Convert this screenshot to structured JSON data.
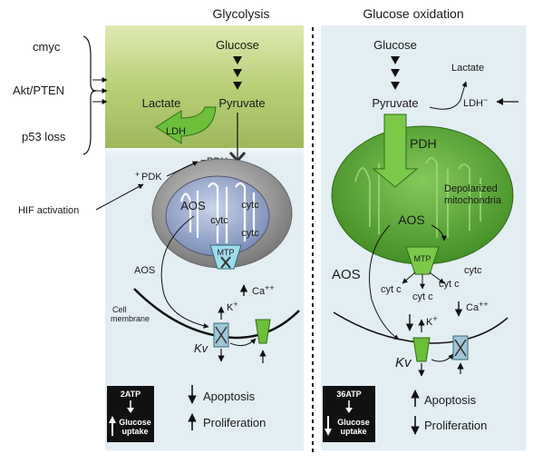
{
  "left_panel": {
    "title": "Glycolysis",
    "glucose": "Glucose",
    "pyruvate": "Pyruvate",
    "lactate": "Lactate",
    "ldh": "LDH",
    "pdh": "PDH",
    "pdh_sign": "−",
    "pdk": "PDK",
    "pdk_sign": "+",
    "aos": "AOS",
    "aos_outside": "AOS",
    "cytc_1": "cytc",
    "cytc_2": "cytc",
    "cytc_3": "cytc",
    "mtp": "MTP",
    "cell_membrane": "Cell\nmembrane",
    "k_ion": "K",
    "k_sup": "+",
    "ca_ion": "Ca",
    "ca_sup": "++",
    "kv": "Kv",
    "atp_box": {
      "atp": "2ATP",
      "glucose": "Glucose",
      "uptake": "uptake"
    },
    "apoptosis": "Apoptosis",
    "proliferation": "Proliferation"
  },
  "left_regulators": {
    "cmyc": "cmyc",
    "akt_pten": "Akt/PTEN",
    "p53_loss": "p53 loss",
    "hif_activation": "HIF activation"
  },
  "right_panel": {
    "title": "Glucose oxidation",
    "glucose": "Glucose",
    "lactate": "Lactate",
    "ldh": "LDH",
    "ldh_sup": "−",
    "pyruvate": "Pyruvate",
    "pdh": "PDH",
    "depolarized": "Depolarized\nmitochondria",
    "aos": "AOS",
    "aos_outside": "AOS",
    "mtp": "MTP",
    "cytc_a": "cytc",
    "cytc_b": "cyt c",
    "cytc_c": "cyt c",
    "cytc_d": "cyt c",
    "k_ion": "K",
    "k_sup": "+",
    "ca_ion": "Ca",
    "ca_sup": "++",
    "kv": "Kv",
    "atp_box": {
      "atp": "36ATP",
      "glucose": "Glucose",
      "uptake": "uptake"
    },
    "apoptosis": "Apoptosis",
    "proliferation": "Proliferation"
  },
  "colors": {
    "cell_bg": "#e3eef3",
    "green_band": "#b9cf76",
    "mito_green": "#5aa632",
    "arrow_green": "#6dbf3a",
    "mito_grey": "#8f8f8f",
    "mito_blue": "#8ea3cc",
    "mtp_teal": "#6fbfcf"
  }
}
